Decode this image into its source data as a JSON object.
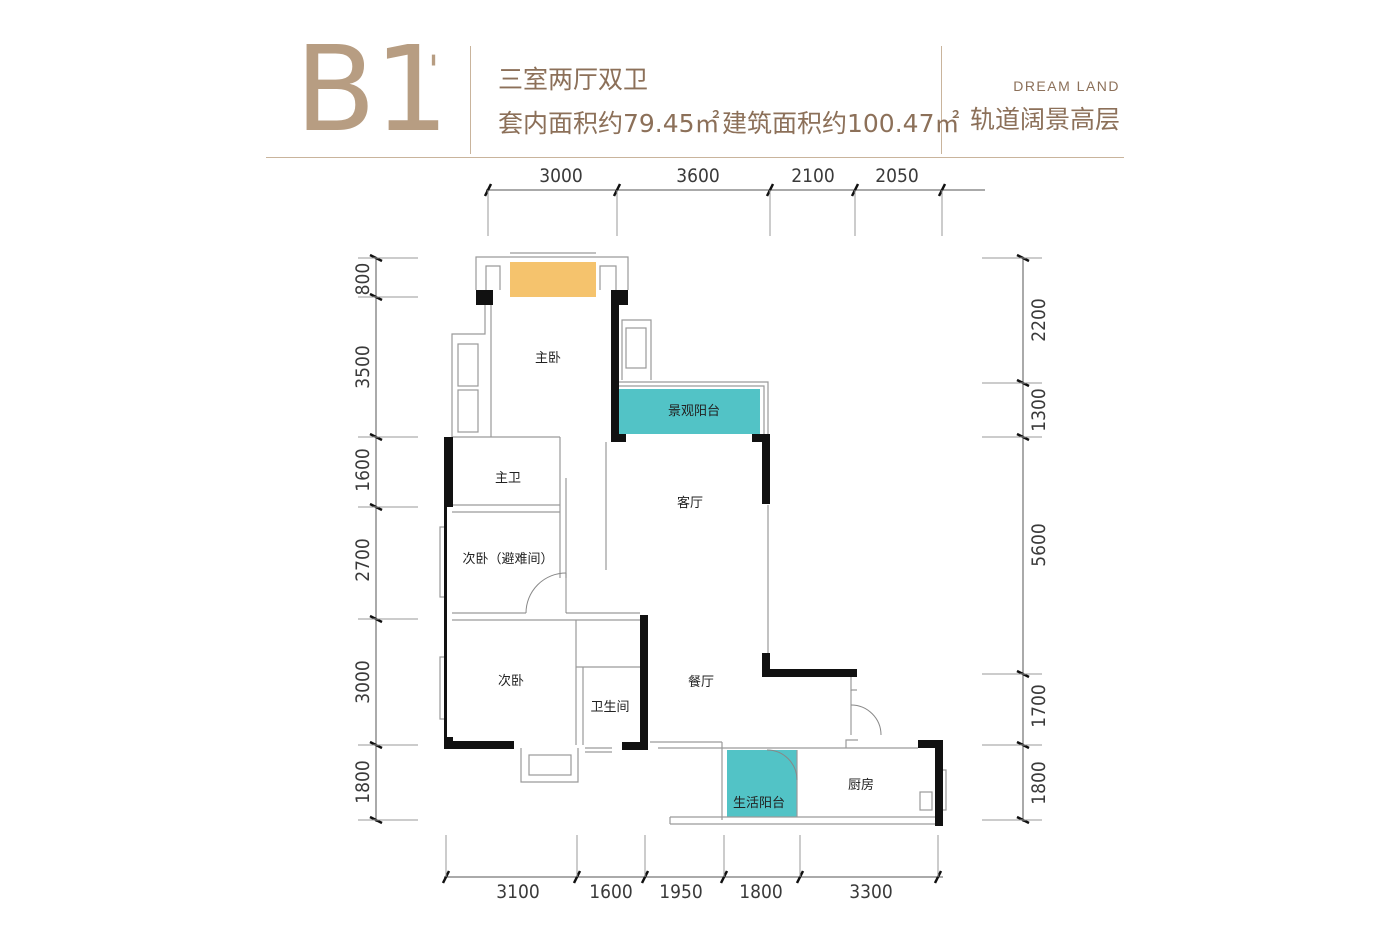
{
  "header": {
    "model": "B1",
    "model_mark": "'",
    "layout_type": "三室两厅双卫",
    "inner_area": "套内面积约79.45㎡",
    "building_area": "建筑面积约100.47㎡",
    "brand": "DREAM LAND",
    "tagline": "轨道阔景高层"
  },
  "colors": {
    "accent": "#b79d82",
    "text": "#8c7059",
    "rule": "#c9b49c",
    "balcony_teal": "#52c3c6",
    "window_yellow": "#f5c36d",
    "wall": "#111111",
    "thin_wall": "#9a9a9a"
  },
  "rooms": {
    "master_bedroom": "主卧",
    "master_bath": "主卫",
    "second_bedroom_refuge": "次卧（避难间）",
    "second_bedroom": "次卧",
    "bathroom": "卫生间",
    "living_room": "客厅",
    "dining_room": "餐厅",
    "kitchen": "厨房",
    "view_balcony": "景观阳台",
    "utility_balcony": "生活阳台"
  },
  "dimensions": {
    "top": [
      "3000",
      "3600",
      "2100",
      "2050"
    ],
    "bottom": [
      "3100",
      "1600",
      "1950",
      "1800",
      "3300"
    ],
    "left": [
      "800",
      "3500",
      "1600",
      "2700",
      "3000",
      "1800"
    ],
    "right": [
      "2200",
      "1300",
      "5600",
      "1700",
      "1800"
    ]
  }
}
